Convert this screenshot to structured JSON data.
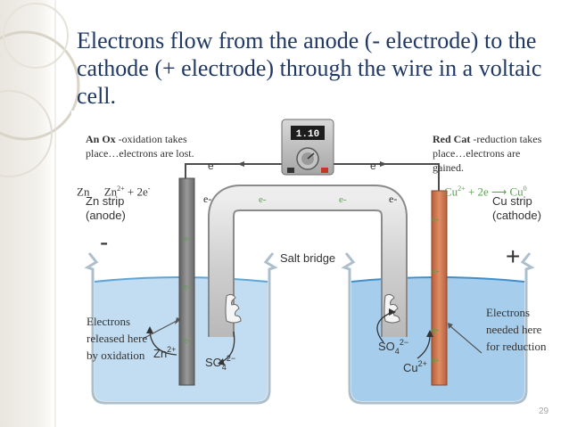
{
  "slide": {
    "title": "Electrons flow from the anode (- electrode) to the cathode (+ electrode) through the wire in a voltaic cell.",
    "page_number": "29"
  },
  "anode_note": {
    "heading": "An Ox",
    "text": "-oxidation takes place…electrons are lost."
  },
  "cathode_note": {
    "heading": "Red Cat",
    "text": "-reduction takes place…electrons are gained."
  },
  "anode_equation": {
    "reactant": "Zn",
    "ion": "Zn",
    "ion_charge": "2+",
    "electrons": " + 2e",
    "electron_sign": "-"
  },
  "cathode_equation": {
    "ion": "Cu",
    "ion_charge": "2+",
    "electrons": " + 2e",
    "product": "Cu",
    "product_superscript": "0"
  },
  "signs": {
    "anode": "-",
    "cathode": "+"
  },
  "anode_caption": "Electrons released here by oxidation",
  "cathode_caption": "Electrons needed here for reduction",
  "wire_electron_labels": [
    "e-",
    "e-",
    "e-",
    "e-"
  ],
  "strip_electron_labels": [
    "e-",
    "e-",
    "e-",
    "e-",
    "e-",
    "e-",
    "e-"
  ],
  "figure": {
    "voltmeter_reading": "1.10",
    "wire_electron_left": "e⁻",
    "wire_electron_right": "e⁻",
    "zn_strip_line1": "Zn strip",
    "zn_strip_line2": "(anode)",
    "cu_strip_line1": "Cu strip",
    "cu_strip_line2": "(cathode)",
    "salt_bridge": "Salt bridge",
    "zn_ion": "Zn",
    "zn_ion_charge": "2+",
    "left_sulfate": "SO",
    "left_sulfate_sub": "4",
    "left_sulfate_charge": "2−",
    "right_sulfate": "SO",
    "right_sulfate_sub": "4",
    "right_sulfate_charge": "2−",
    "cu_ion": "Cu",
    "cu_ion_charge": "2+"
  },
  "colors": {
    "title": "#1f3864",
    "green": "#55a34b",
    "zinc": "#7d7d7d",
    "copper": "#c8704a",
    "solution": "#8fc1e6"
  }
}
